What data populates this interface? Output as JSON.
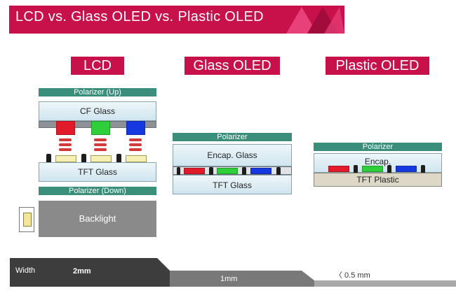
{
  "title": "LCD vs. Glass OLED vs. Plastic OLED",
  "columns": {
    "lcd": {
      "label": "LCD",
      "polarizer_up": "Polarizer (Up)",
      "cf_glass": "CF Glass",
      "tft_glass": "TFT Glass",
      "polarizer_down": "Polarizer (Down)",
      "backlight": "Backlight"
    },
    "glass_oled": {
      "label": "Glass OLED",
      "polarizer": "Polarizer",
      "encap": "Encap. Glass",
      "tft": "TFT Glass"
    },
    "plastic_oled": {
      "label": "Plastic OLED",
      "polarizer": "Polarizer",
      "encap": "Encap.",
      "tft": "TFT Plastic"
    }
  },
  "width_bar": {
    "label": "Width",
    "lcd": "2mm",
    "glass_oled": "1mm",
    "plastic_oled": "〈 0.5 mm"
  },
  "colors": {
    "accent": "#c8104a",
    "polarizer": "#3a8f7a",
    "red_pixel": "#e21b2a",
    "green_pixel": "#2ecf3a",
    "blue_pixel": "#1638e0"
  }
}
